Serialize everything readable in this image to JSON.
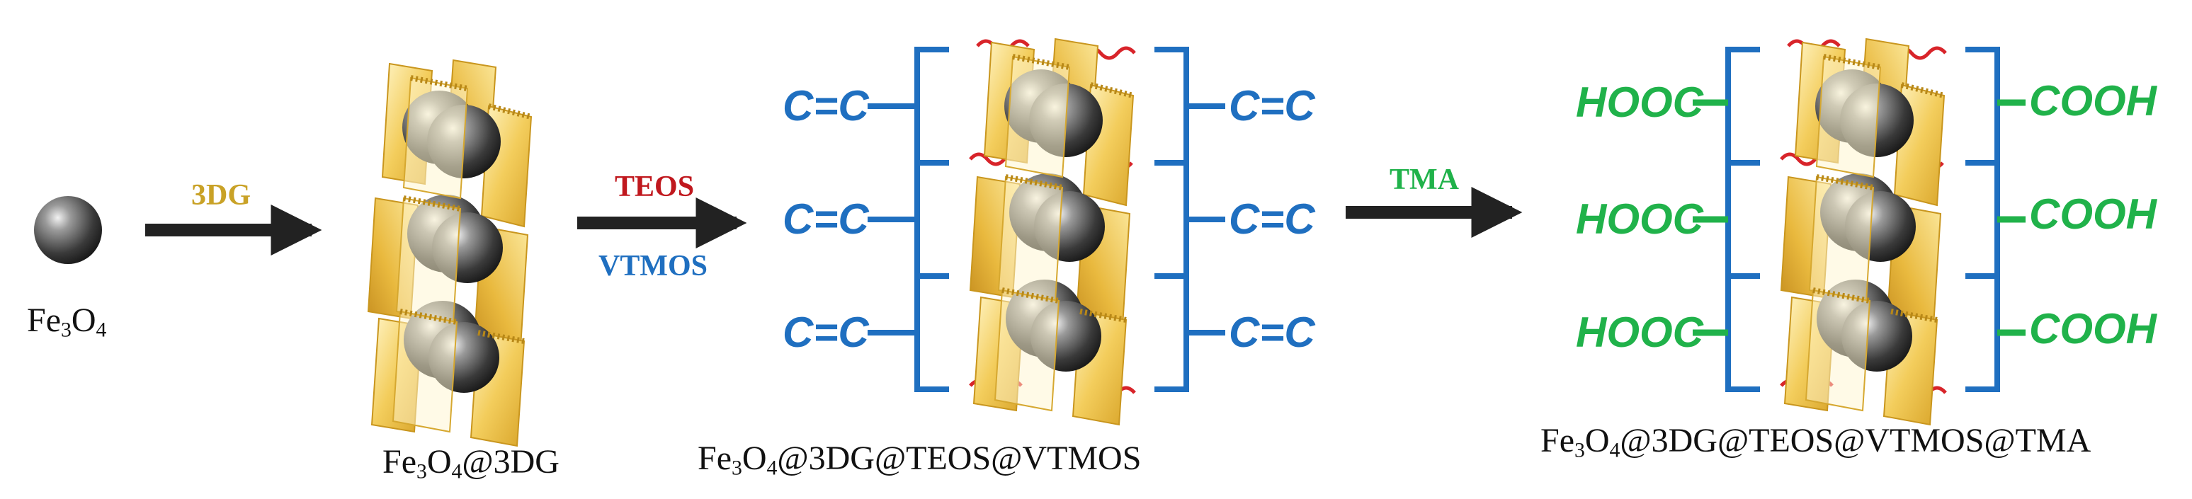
{
  "labels": {
    "fe3o4": {
      "base": "Fe",
      "s1": "3",
      "mid": "O",
      "s2": "4",
      "tail": ""
    },
    "fe3o4_3dg": {
      "base": "Fe",
      "s1": "3",
      "mid": "O",
      "s2": "4",
      "tail": "@3DG"
    },
    "fe3o4_3dg_teos_vtmos": {
      "base": "Fe",
      "s1": "3",
      "mid": "O",
      "s2": "4",
      "tail": "@3DG@TEOS@VTMOS"
    },
    "fe3o4_3dg_teos_vtmos_tma": {
      "base": "Fe",
      "s1": "3",
      "mid": "O",
      "s2": "4",
      "tail": "@3DG@TEOS@VTMOS@TMA"
    }
  },
  "reagents": {
    "step1": "3DG",
    "step2_top": "TEOS",
    "step2_bottom": "VTMOS",
    "step3": "TMA"
  },
  "groups": {
    "vinyl": "C=C",
    "carboxyl_left": "HOOC",
    "carboxyl_right": "COOH"
  },
  "colors": {
    "reagent_3dg": "#c9a227",
    "reagent_teos": "#c0181e",
    "reagent_vtmos": "#1f6fc0",
    "reagent_tma": "#20b24a",
    "vinyl_group": "#1f6fc0",
    "carboxyl_group": "#20b24a",
    "linker": "#1f6fc0",
    "arrow": "#222222",
    "sheet": "#f0c850",
    "sphere": "#3a3a3a",
    "wave": "#d8242a"
  }
}
